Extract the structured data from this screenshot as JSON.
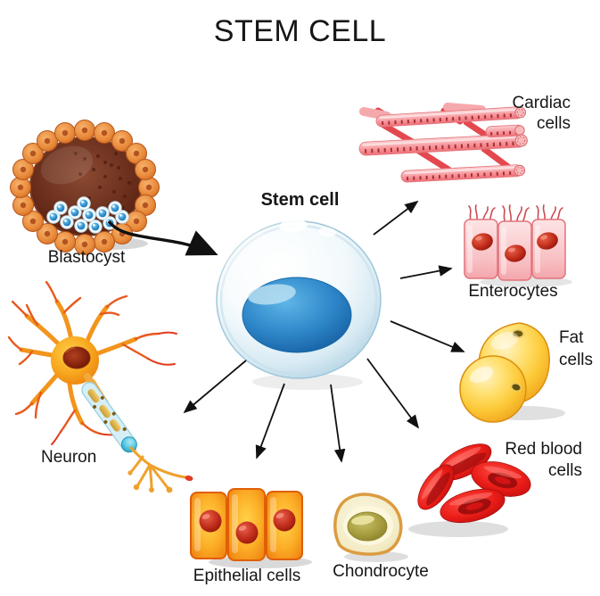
{
  "title": "STEM CELL",
  "diagram": {
    "source": {
      "label": "Blastocyst"
    },
    "center": {
      "label": "Stem cell"
    },
    "targets": {
      "cardiac": {
        "label": "Cardiac cells"
      },
      "enterocytes": {
        "label": "Enterocytes"
      },
      "fat": {
        "label": "Fat cells"
      },
      "red_blood": {
        "label": "Red blood cells"
      },
      "chondrocyte": {
        "label": "Chondrocyte"
      },
      "epithelial": {
        "label": "Epithelial cells"
      },
      "neuron": {
        "label": "Neuron"
      }
    },
    "colors": {
      "stem_cell_body": "#dcedf5",
      "stem_cell_nucleus": "#2d86c8",
      "blastocyst_ring": "#e8893c",
      "blastocyst_interior": "#6b2f1c",
      "inner_cell_mass": "#2c8fd0",
      "cardiac_fiber": "#f6989d",
      "enterocyte": "#f8bfc3",
      "fat_cell": "#fcc938",
      "red_blood_cell": "#e01b1b",
      "chondrocyte_body": "#f3ecc6",
      "chondrocyte_nucleus": "#a79d3f",
      "epithelial_cell": "#fcae27",
      "neuron_body": "#f7a81f",
      "arrow": "#111111",
      "text": "#161616"
    }
  }
}
